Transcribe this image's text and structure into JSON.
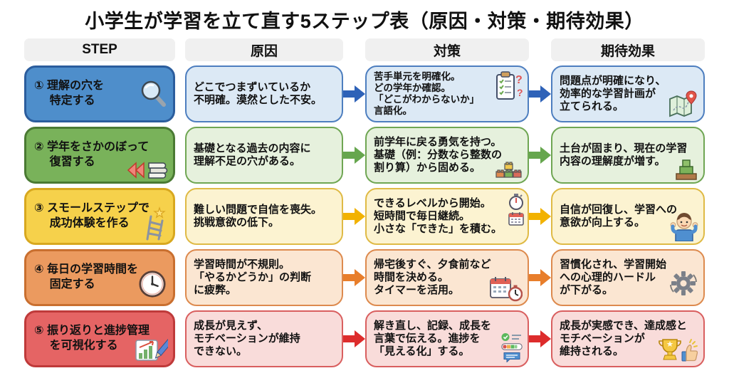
{
  "title": "小学生が学習を立て直す5ステップ表（原因・対策・期待効果）",
  "palette": {
    "header_bg": "#f0f0f0",
    "page_bg": "#ffffff",
    "text": "#111111"
  },
  "headers": {
    "step": "STEP",
    "cause": "原因",
    "measure": "対策",
    "effect": "期待効果"
  },
  "rows": [
    {
      "step": "① 理解の穴を\n特定する",
      "cause": "どこでつまずいているか\n不明確。漠然とした不安。",
      "measure": "苦手単元を明確化。\nどの学年か確認。\n「どこがわからないか」\n言語化。",
      "effect": "問題点が明確になり、\n効率的な学習計画が\n立てられる。",
      "icons": {
        "step": [
          "magnifier-icon"
        ],
        "measure": [
          "clipboard-checklist-icon",
          "question-marks-icon"
        ],
        "effect": [
          "map-pin-icon"
        ]
      },
      "colors": {
        "step_fill": "#4e8ecb",
        "step_border": "#2b5d9d",
        "box_fill": "#dce9f5",
        "box_border": "#4d7ebf",
        "arrow": "#2e62b8"
      }
    },
    {
      "step": "② 学年をさかのぼって\n復習する",
      "cause": "基礎となる過去の内容に\n理解不足の穴がある。",
      "measure": "前学年に戻る勇気を持つ。\n基礎（例：分数なら整数の\n割り算）から固める。",
      "effect": "土台が固まり、現在の学習\n内容の理解度が増す。",
      "icons": {
        "step": [
          "rewind-icon",
          "books-stack-icon"
        ],
        "measure": [
          "building-blocks-icon"
        ],
        "effect": [
          "block-pyramid-icon"
        ]
      },
      "colors": {
        "step_fill": "#79b25a",
        "step_border": "#4a7a33",
        "box_fill": "#e6f1dd",
        "box_border": "#6fa653",
        "arrow": "#66a64e"
      }
    },
    {
      "step": "③ スモールステップで\n成功体験を作る",
      "cause": "難しい問題で自信を喪失。\n挑戦意欲の低下。",
      "measure": "できるレベルから開始。\n短時間で毎日継続。\n小さな「できた」を積む。",
      "effect": "自信が回復し、学習への\n意欲が向上する。",
      "icons": {
        "step": [
          "ladder-icon",
          "star-icon"
        ],
        "measure": [
          "stopwatch-icon",
          "calendar-icon"
        ],
        "effect": [
          "flexing-boy-icon"
        ]
      },
      "colors": {
        "step_fill": "#f6d14b",
        "step_border": "#d8a81f",
        "box_fill": "#fcf3d1",
        "box_border": "#dfba45",
        "arrow": "#f2b200"
      }
    },
    {
      "step": "④ 毎日の学習時間を\n固定する",
      "cause": "学習時間が不規則。\n「やるかどうか」の判断\nに疲弊。",
      "measure": "帰宅後すぐ、夕食前など\n時間を決める。\nタイマーを活用。",
      "effect": "習慣化され、学習開始\nへの心理的ハードル\nが下がる。",
      "icons": {
        "step": [
          "clock-icon"
        ],
        "measure": [
          "calendar-icon",
          "timer-icon"
        ],
        "effect": [
          "gear-icon"
        ]
      },
      "colors": {
        "step_fill": "#eb9a5f",
        "step_border": "#c96f2f",
        "box_fill": "#fbe6d2",
        "box_border": "#dd8a4e",
        "arrow": "#e87e2b"
      }
    },
    {
      "step": "⑤ 振り返りと進捗管理\nを可視化する",
      "cause": "成長が見えず、\nモチベーションが維持\nできない。",
      "measure": "解き直し、記録、成長を\n言葉で伝える。進捗を\n「見える化」する。",
      "effect": "成長が実感でき、達成感と\nモチベーションが\n維持される。",
      "icons": {
        "step": [
          "bar-chart-pencil-icon"
        ],
        "measure": [
          "check-icon",
          "progress-bar-icon",
          "speech-bubble-icon"
        ],
        "effect": [
          "trophy-icon",
          "thumbs-up-icon"
        ]
      },
      "colors": {
        "step_fill": "#e56464",
        "step_border": "#bf3a3a",
        "box_fill": "#f9dcda",
        "box_border": "#d95f5f",
        "arrow": "#dd2c2c"
      }
    }
  ]
}
